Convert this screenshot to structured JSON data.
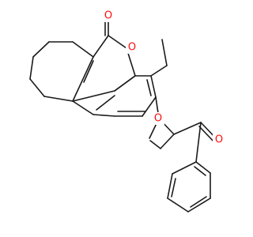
{
  "molecule": {
    "atoms": {
      "carbonyl_oxygen_top": {
        "symbol": "O",
        "color": "#ff0d0d"
      },
      "ring_oxygen": {
        "symbol": "O",
        "color": "#ff0d0d"
      },
      "ether_oxygen": {
        "symbol": "O",
        "color": "#ff0d0d"
      },
      "ketone_oxygen": {
        "symbol": "O",
        "color": "#ff0d0d"
      }
    },
    "bond_color": "#1a1a1a",
    "background": "#ffffff"
  }
}
